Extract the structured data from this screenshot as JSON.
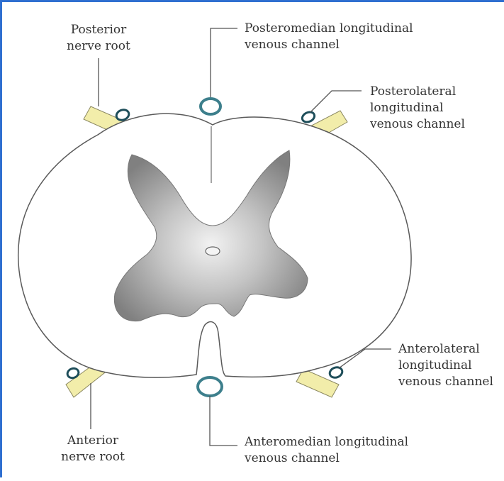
{
  "labels": {
    "posterior_nerve_root": [
      "Posterior",
      "nerve root"
    ],
    "posteromedian": [
      "Posteromedian longitudinal",
      "venous channel"
    ],
    "posterolateral": [
      "Posterolateral",
      "longitudinal",
      "venous channel"
    ],
    "anterolateral": [
      "Anterolateral",
      "longitudinal",
      "venous channel"
    ],
    "anterior_nerve_root": [
      "Anterior",
      "nerve root"
    ],
    "anteromedian": [
      "Anteromedian longitudinal",
      "venous channel"
    ]
  },
  "colors": {
    "frame": "#2f6fd0",
    "outline": "#5a5a5a",
    "nerve_root": "#f2edaa",
    "vein": "#3d7f8c",
    "grey_matter": "#8c8c8c",
    "leader": "#555555"
  }
}
